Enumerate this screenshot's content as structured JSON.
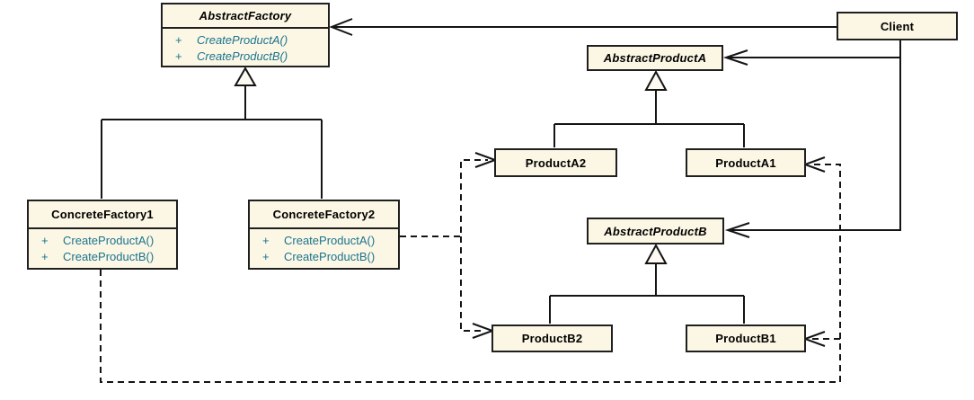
{
  "diagram": {
    "kind": "uml-class-diagram",
    "pattern": "Abstract Factory",
    "colors": {
      "box_fill": "#fcf7e4",
      "box_border": "#1f1f1f",
      "line": "#141414",
      "method_text": "#1a7390",
      "background": "#ffffff"
    },
    "classes": {
      "abstract_factory": {
        "name": "AbstractFactory",
        "abstract": true,
        "methods": [
          {
            "visibility": "+",
            "name": "CreateProductA()"
          },
          {
            "visibility": "+",
            "name": "CreateProductB()"
          }
        ]
      },
      "client": {
        "name": "Client",
        "abstract": false
      },
      "abstract_product_a": {
        "name": "AbstractProductA",
        "abstract": true
      },
      "product_a2": {
        "name": "ProductA2",
        "abstract": false
      },
      "product_a1": {
        "name": "ProductA1",
        "abstract": false
      },
      "abstract_product_b": {
        "name": "AbstractProductB",
        "abstract": true
      },
      "concrete_factory1": {
        "name": "ConcreteFactory1",
        "abstract": false,
        "methods": [
          {
            "visibility": "+",
            "name": "CreateProductA()"
          },
          {
            "visibility": "+",
            "name": "CreateProductB()"
          }
        ]
      },
      "concrete_factory2": {
        "name": "ConcreteFactory2",
        "abstract": false,
        "methods": [
          {
            "visibility": "+",
            "name": "CreateProductA()"
          },
          {
            "visibility": "+",
            "name": "CreateProductB()"
          }
        ]
      },
      "product_b2": {
        "name": "ProductB2",
        "abstract": false
      },
      "product_b1": {
        "name": "ProductB1",
        "abstract": false
      }
    },
    "relationships": [
      {
        "type": "association",
        "from": "Client",
        "to": "AbstractFactory"
      },
      {
        "type": "association",
        "from": "Client",
        "to": "AbstractProductA"
      },
      {
        "type": "association",
        "from": "Client",
        "to": "AbstractProductB"
      },
      {
        "type": "generalization",
        "from": "ConcreteFactory1",
        "to": "AbstractFactory"
      },
      {
        "type": "generalization",
        "from": "ConcreteFactory2",
        "to": "AbstractFactory"
      },
      {
        "type": "generalization",
        "from": "ProductA2",
        "to": "AbstractProductA"
      },
      {
        "type": "generalization",
        "from": "ProductA1",
        "to": "AbstractProductA"
      },
      {
        "type": "generalization",
        "from": "ProductB2",
        "to": "AbstractProductB"
      },
      {
        "type": "generalization",
        "from": "ProductB1",
        "to": "AbstractProductB"
      },
      {
        "type": "dependency",
        "from": "ConcreteFactory2",
        "to": "ProductA2"
      },
      {
        "type": "dependency",
        "from": "ConcreteFactory2",
        "to": "ProductB2"
      },
      {
        "type": "dependency",
        "from": "ConcreteFactory1",
        "to": "ProductA1"
      },
      {
        "type": "dependency",
        "from": "ConcreteFactory1",
        "to": "ProductB1"
      }
    ]
  }
}
